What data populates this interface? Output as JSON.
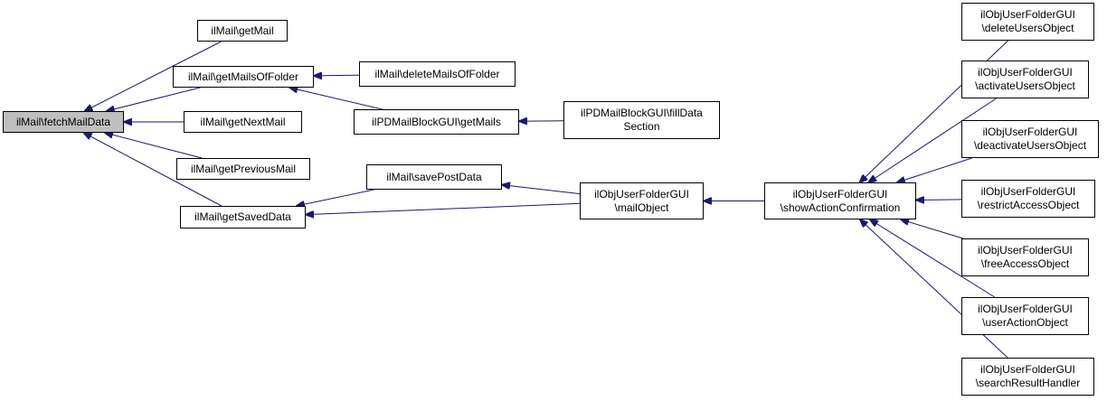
{
  "colors": {
    "edge": "#191970",
    "root_fill": "#bfbfbf",
    "node_fill": "#ffffff",
    "border": "#000000"
  },
  "nodes": {
    "fetchMailData": {
      "lines": [
        "ilMail\\fetchMailData"
      ]
    },
    "getMail": {
      "lines": [
        "ilMail\\getMail"
      ]
    },
    "getMailsOfFolder": {
      "lines": [
        "ilMail\\getMailsOfFolder"
      ]
    },
    "getNextMail": {
      "lines": [
        "ilMail\\getNextMail"
      ]
    },
    "getPreviousMail": {
      "lines": [
        "ilMail\\getPreviousMail"
      ]
    },
    "getSavedData": {
      "lines": [
        "ilMail\\getSavedData"
      ]
    },
    "deleteMailsOfFolder": {
      "lines": [
        "ilMail\\deleteMailsOfFolder"
      ]
    },
    "pdGetMails": {
      "lines": [
        "ilPDMailBlockGUI\\getMails"
      ]
    },
    "savePostData": {
      "lines": [
        "ilMail\\savePostData"
      ]
    },
    "fillDataSection": {
      "lines": [
        "ilPDMailBlockGUI\\fillData",
        "Section"
      ]
    },
    "mailObject": {
      "lines": [
        "ilObjUserFolderGUI",
        "\\mailObject"
      ]
    },
    "showActionConfirmation": {
      "lines": [
        "ilObjUserFolderGUI",
        "\\showActionConfirmation"
      ]
    },
    "deleteUsersObject": {
      "lines": [
        "ilObjUserFolderGUI",
        "\\deleteUsersObject"
      ]
    },
    "activateUsersObject": {
      "lines": [
        "ilObjUserFolderGUI",
        "\\activateUsersObject"
      ]
    },
    "deactivateUsersObject": {
      "lines": [
        "ilObjUserFolderGUI",
        "\\deactivateUsersObject"
      ]
    },
    "restrictAccessObject": {
      "lines": [
        "ilObjUserFolderGUI",
        "\\restrictAccessObject"
      ]
    },
    "freeAccessObject": {
      "lines": [
        "ilObjUserFolderGUI",
        "\\freeAccessObject"
      ]
    },
    "userActionObject": {
      "lines": [
        "ilObjUserFolderGUI",
        "\\userActionObject"
      ]
    },
    "searchResultHandler": {
      "lines": [
        "ilObjUserFolderGUI",
        "\\searchResultHandler"
      ]
    }
  },
  "edges": [
    {
      "from": "getMail",
      "to": "fetchMailData"
    },
    {
      "from": "getMailsOfFolder",
      "to": "fetchMailData"
    },
    {
      "from": "getNextMail",
      "to": "fetchMailData"
    },
    {
      "from": "getPreviousMail",
      "to": "fetchMailData"
    },
    {
      "from": "getSavedData",
      "to": "fetchMailData"
    },
    {
      "from": "deleteMailsOfFolder",
      "to": "getMailsOfFolder"
    },
    {
      "from": "pdGetMails",
      "to": "getMailsOfFolder"
    },
    {
      "from": "fillDataSection",
      "to": "pdGetMails"
    },
    {
      "from": "savePostData",
      "to": "getSavedData"
    },
    {
      "from": "mailObject",
      "to": "getSavedData"
    },
    {
      "from": "mailObject",
      "to": "savePostData"
    },
    {
      "from": "showActionConfirmation",
      "to": "mailObject"
    },
    {
      "from": "deleteUsersObject",
      "to": "showActionConfirmation"
    },
    {
      "from": "activateUsersObject",
      "to": "showActionConfirmation"
    },
    {
      "from": "deactivateUsersObject",
      "to": "showActionConfirmation"
    },
    {
      "from": "restrictAccessObject",
      "to": "showActionConfirmation"
    },
    {
      "from": "freeAccessObject",
      "to": "showActionConfirmation"
    },
    {
      "from": "userActionObject",
      "to": "showActionConfirmation"
    },
    {
      "from": "searchResultHandler",
      "to": "showActionConfirmation"
    }
  ]
}
